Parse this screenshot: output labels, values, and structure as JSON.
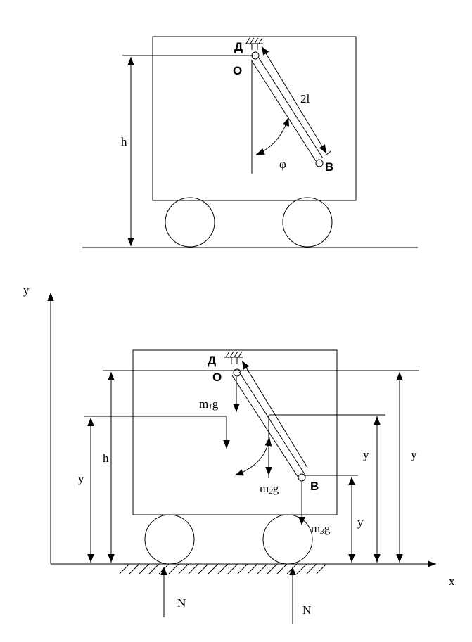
{
  "top": {
    "label_D": "Д",
    "label_O": "O",
    "label_B": "B",
    "label_len": "2l",
    "label_h": "h",
    "label_phi": "φ"
  },
  "bottom": {
    "axis_y": "y",
    "axis_x": "x",
    "label_D": "Д",
    "label_O": "O",
    "label_B": "B",
    "label_h": "h",
    "label_y_left": "y",
    "label_y_mid": "y",
    "label_y_right": "y",
    "label_y_low": "y",
    "force_m1": {
      "m": "m",
      "sub": "1",
      "g": "g"
    },
    "force_m2": {
      "m": "m",
      "sub": "2",
      "g": "g"
    },
    "force_m3": {
      "m": "m",
      "sub": "3",
      "g": "g"
    },
    "label_N_left": "N",
    "label_N_right": "N"
  }
}
